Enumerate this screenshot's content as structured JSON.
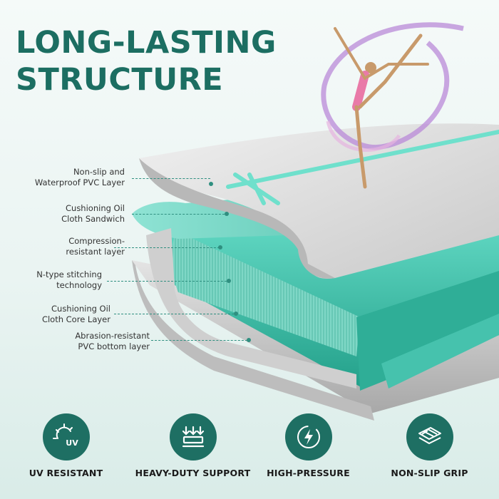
{
  "title": {
    "line1": "LONG-LASTING",
    "line2": "STRUCTURE"
  },
  "layers": [
    {
      "label": "Non-slip and\nWaterproof PVC Layer"
    },
    {
      "label": "Cushioning Oil\nCloth Sandwich"
    },
    {
      "label": "Compression-\nresistant layer"
    },
    {
      "label": "N-type stitching\ntechnology"
    },
    {
      "label": "Cushioning Oil\nCloth Core Layer"
    },
    {
      "label": "Abrasion-resistant\nPVC bottom layer"
    }
  ],
  "features": [
    {
      "label": "UV RESISTANT",
      "icon": "uv-sun-icon"
    },
    {
      "label": "HEAVY-DUTY SUPPORT",
      "icon": "heavy-load-icon"
    },
    {
      "label": "HIGH-PRESSURE",
      "icon": "lightning-pressure-icon"
    },
    {
      "label": "NON-SLIP GRIP",
      "icon": "grip-texture-icon"
    }
  ],
  "colors": {
    "brand_green": "#1c6e62",
    "mint": "#3fc3ad",
    "mat_grey": "#d9d9d9",
    "icon_circle": "#1e6f63"
  }
}
